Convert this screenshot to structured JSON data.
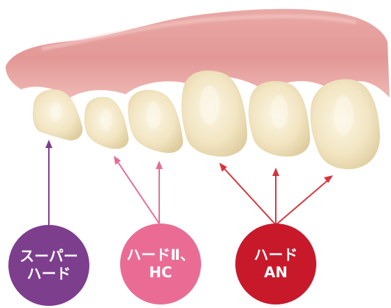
{
  "labels": [
    {
      "line1": "スーパー",
      "line2": "ハード",
      "color": "#7d3e8e",
      "arrow_color": "#7d3e8e"
    },
    {
      "line1": "ハードⅡ、",
      "line2": "HC",
      "color": "#ea6c95",
      "arrow_color": "#e96b93"
    },
    {
      "line1": "ハード",
      "line2": "AN",
      "color": "#c8192b",
      "arrow_color": "#d8333c"
    }
  ],
  "colors": {
    "gum": "#eaa7a6",
    "gum_shadow": "#d9878a",
    "tooth": "#f1e4c0",
    "tooth_highlight": "#fbf5e2"
  },
  "image": {
    "subject": "denture-teeth-photo"
  }
}
